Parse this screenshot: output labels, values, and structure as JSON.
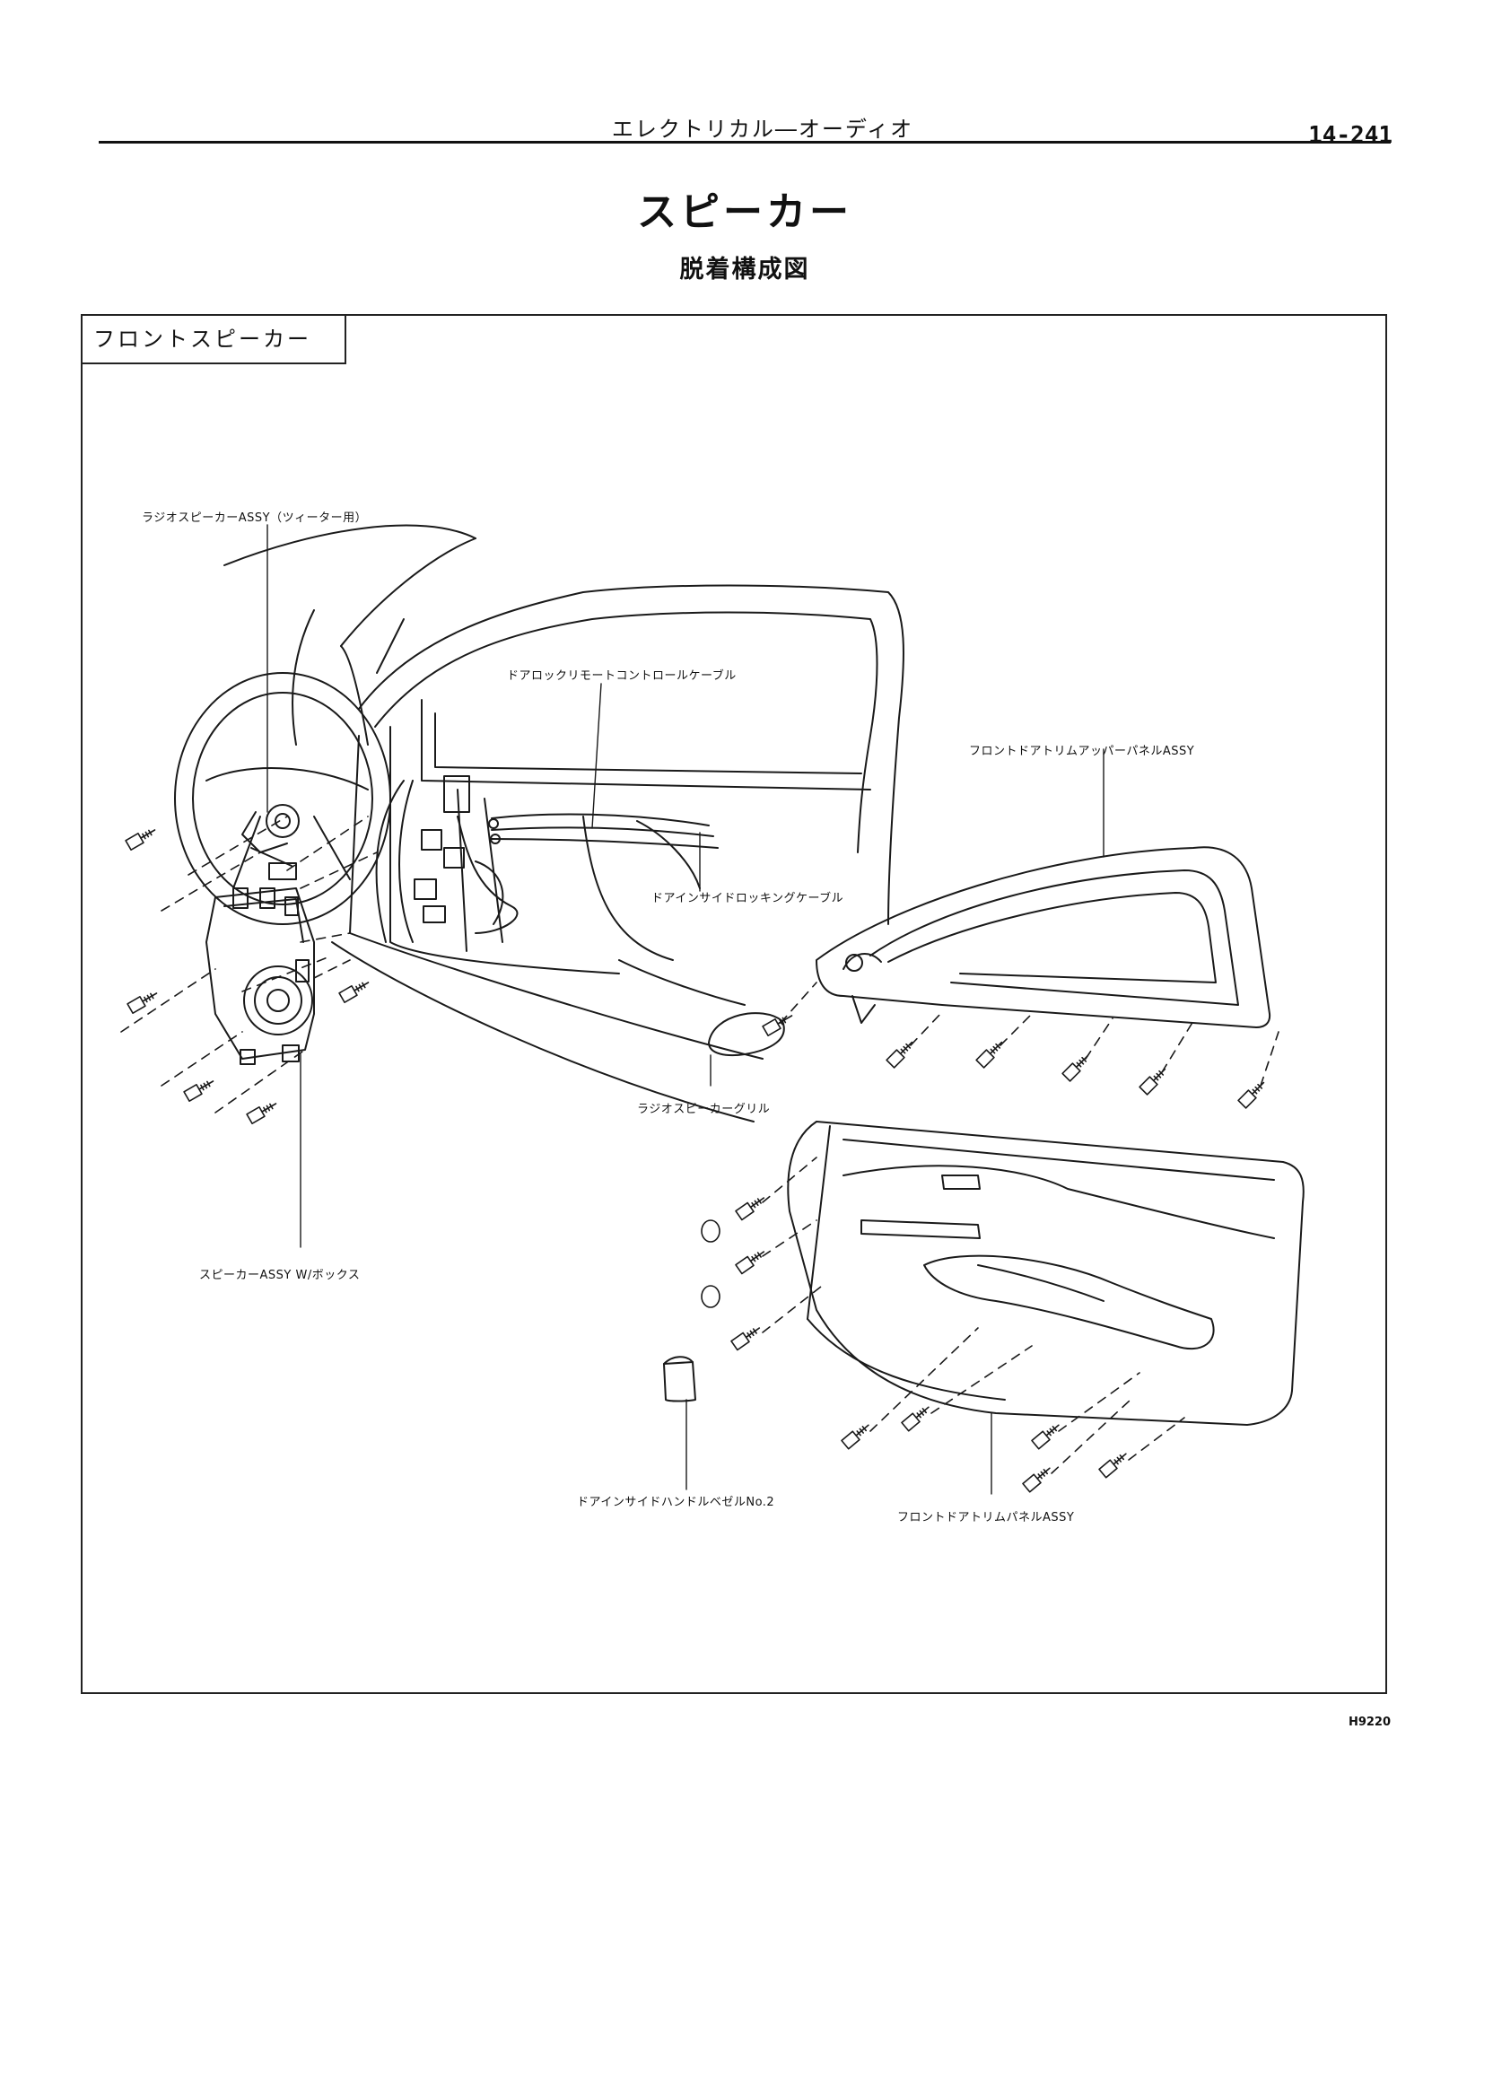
{
  "header": {
    "section_title": "エレクトリカル―オーディオ",
    "page_number": "14-241"
  },
  "title": "スピーカー",
  "subtitle": "脱着構成図",
  "diagram": {
    "section_label": "フロントスピーカー",
    "callouts": {
      "tweeter_speaker": "ラジオスピーカーASSY（ツィーター用）",
      "lock_remote_cable": "ドアロックリモートコントロールケーブル",
      "upper_panel": "フロントドアトリムアッパーパネルASSY",
      "inside_locking_cable": "ドアインサイドロッキングケーブル",
      "speaker_grille": "ラジオスピーカーグリル",
      "speaker_box": "スピーカーASSY W/ボックス",
      "handle_bezel": "ドアインサイドハンドルベゼルNo.2",
      "trim_panel": "フロントドアトリムパネルASSY"
    },
    "figure_code": "H9220"
  }
}
